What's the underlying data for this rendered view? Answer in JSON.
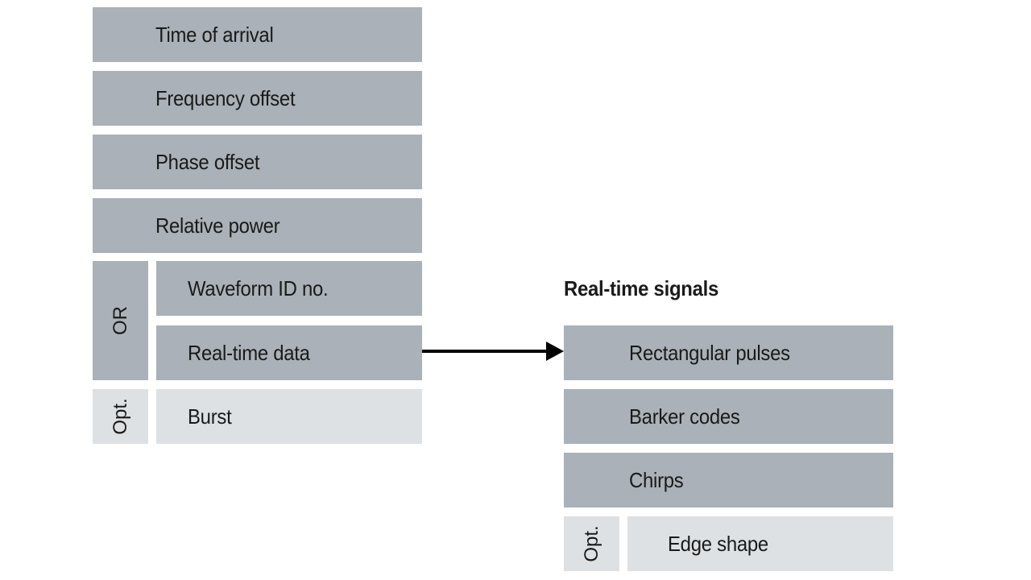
{
  "left_stack": {
    "time_of_arrival": "Time of arrival",
    "frequency_offset": "Frequency offset",
    "phase_offset": "Phase offset",
    "relative_power": "Relative power",
    "or_label": "OR",
    "waveform_id": "Waveform ID no.",
    "real_time_data": "Real-time data",
    "opt_label": "Opt.",
    "burst": "Burst"
  },
  "right_stack": {
    "heading": "Real-time signals",
    "rectangular_pulses": "Rectangular pulses",
    "barker_codes": "Barker codes",
    "chirps": "Chirps",
    "opt_label": "Opt.",
    "edge_shape": "Edge shape"
  },
  "colors": {
    "dark_block": "#aab1b8",
    "light_block": "#dde1e4",
    "arrow": "#000000"
  }
}
